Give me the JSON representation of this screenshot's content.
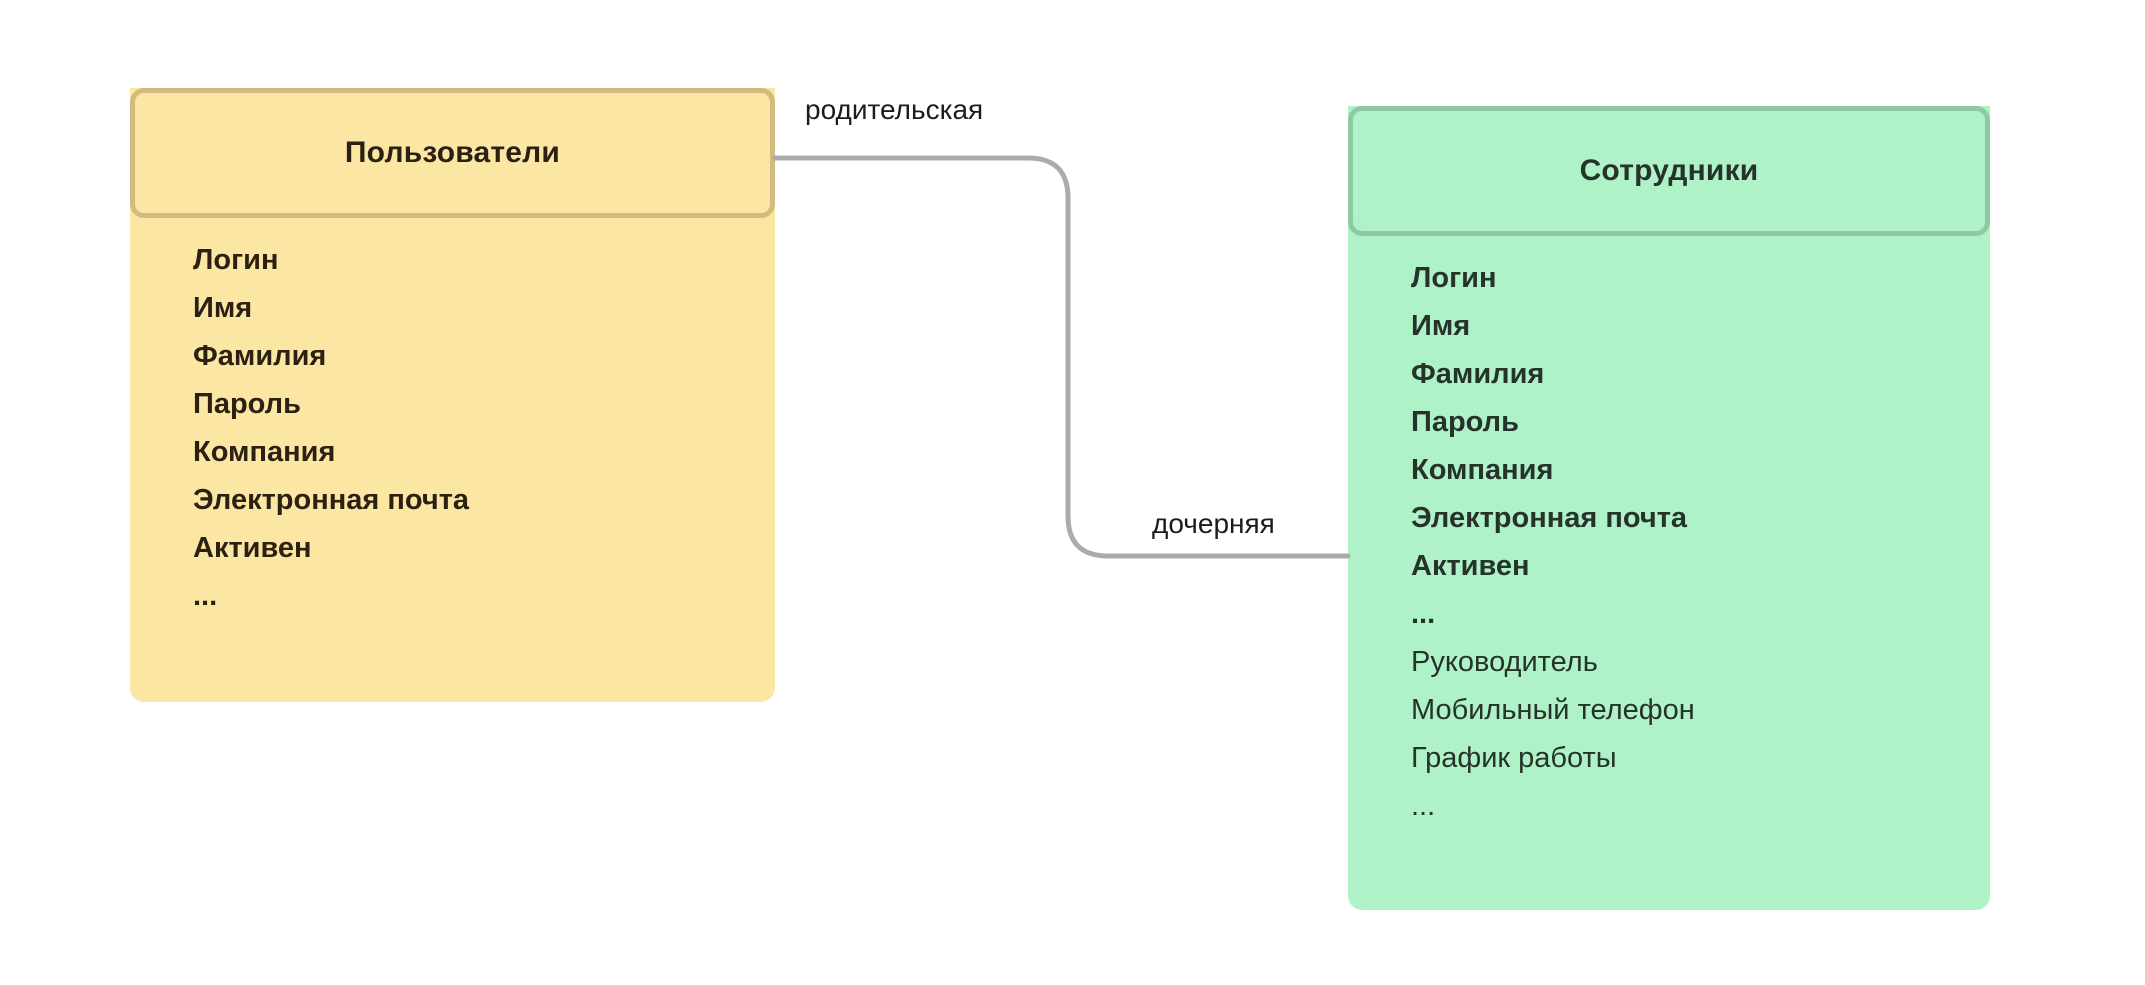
{
  "diagram": {
    "type": "entity-relationship",
    "background": "#ffffff",
    "entities": [
      {
        "id": "users",
        "title": "Пользователи",
        "fill": "#FCE6A4",
        "border": "#D2BB7C",
        "text_color": "#2B2113",
        "fields": [
          {
            "label": "Логин",
            "weight": "bold"
          },
          {
            "label": "Имя",
            "weight": "bold"
          },
          {
            "label": "Фамилия",
            "weight": "bold"
          },
          {
            "label": "Пароль",
            "weight": "bold"
          },
          {
            "label": "Компания",
            "weight": "bold"
          },
          {
            "label": "Электронная почта",
            "weight": "bold"
          },
          {
            "label": "Активен",
            "weight": "bold"
          },
          {
            "label": "...",
            "weight": "bold"
          }
        ]
      },
      {
        "id": "employees",
        "title": "Сотрудники",
        "fill": "#B0F2C8",
        "border": "#8FC9A4",
        "text_color": "#26332B",
        "fields": [
          {
            "label": "Логин",
            "weight": "bold"
          },
          {
            "label": "Имя",
            "weight": "bold"
          },
          {
            "label": "Фамилия",
            "weight": "bold"
          },
          {
            "label": "Пароль",
            "weight": "bold"
          },
          {
            "label": "Компания",
            "weight": "bold"
          },
          {
            "label": "Электронная почта",
            "weight": "bold"
          },
          {
            "label": "Активен",
            "weight": "bold"
          },
          {
            "label": "...",
            "weight": "bold"
          },
          {
            "label": "Руководитель",
            "weight": "regular"
          },
          {
            "label": "Мобильный телефон",
            "weight": "regular"
          },
          {
            "label": "График работы",
            "weight": "regular"
          },
          {
            "label": "...",
            "weight": "regular"
          }
        ]
      }
    ],
    "connector": {
      "color": "#ABABAB",
      "width": 5,
      "source_label": "родительская",
      "target_label": "дочерняя"
    }
  }
}
